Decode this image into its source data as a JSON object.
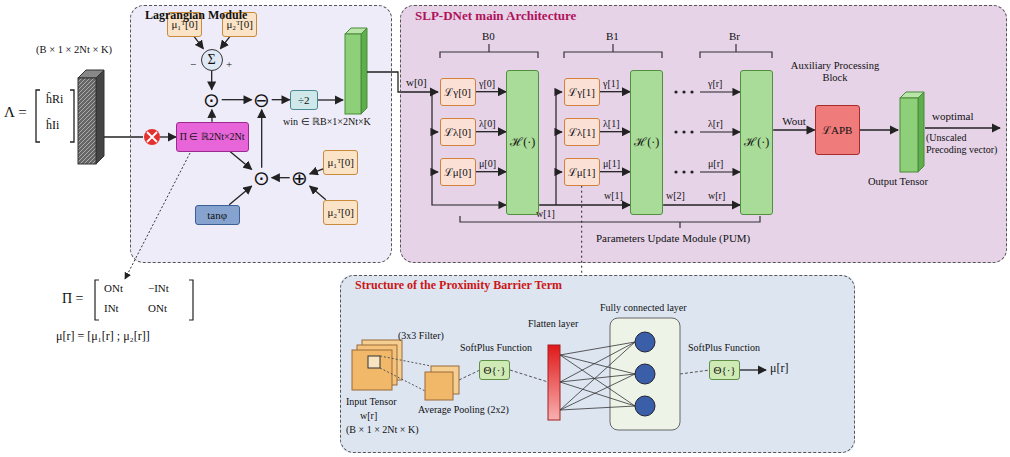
{
  "diagram": {
    "nodes": [
      {
        "text": [
          "Lagrangian Module"
        ]
      },
      {
        "text": [
          "μ₁ᵀ[0]"
        ],
        "in": 0
      },
      {
        "text": [
          "μ₂ᵀ[0]"
        ],
        "in": 0
      },
      {
        "text": [
          "Σ"
        ],
        "in": 0
      },
      {
        "text": [
          "⊙"
        ],
        "in": 0
      },
      {
        "text": [
          "⊖"
        ],
        "in": 0
      },
      {
        "text": [
          "÷2"
        ],
        "in": 0
      },
      {
        "text": [
          "Π ∈ ℝ2Nt×2Nt"
        ],
        "in": 0
      },
      {
        "text": [
          "⊙"
        ],
        "in": 0
      },
      {
        "text": [
          "⊕"
        ],
        "in": 0
      },
      {
        "text": [
          "tanφ"
        ],
        "in": 0
      },
      {
        "text": [
          "μ₁ᵀ[0]"
        ],
        "in": 0
      },
      {
        "text": [
          "μ₂ᵀ[0]"
        ],
        "in": 0
      },
      {
        "text": [
          "SLP-DNet main Architecture"
        ]
      },
      {
        "text": [
          "ℒγ[0]"
        ],
        "in": 13
      },
      {
        "text": [
          "ℒλ[0]"
        ],
        "in": 13
      },
      {
        "text": [
          "ℒμ[0]"
        ],
        "in": 13
      },
      {
        "text": [
          "ℋ(·)"
        ],
        "in": 13
      },
      {
        "text": [
          "ℒγ[1]"
        ],
        "in": 13
      },
      {
        "text": [
          "ℒλ[1]"
        ],
        "in": 13
      },
      {
        "text": [
          "ℒμ[1]"
        ],
        "in": 13
      },
      {
        "text": [
          "ℋ(·)"
        ],
        "in": 13
      },
      {
        "text": [
          "ℋ(·)"
        ],
        "in": 13
      },
      {
        "text": [
          "ℒAPB"
        ],
        "in": 13
      },
      {
        "text": [
          "Structure of the Proximity Barrier Term"
        ]
      },
      {
        "text": [
          "Θ{·}"
        ],
        "in": 24
      },
      {
        "text": [
          "Θ{·}"
        ],
        "in": 24
      }
    ],
    "edges": [
      {
        "from": 1,
        "to": 3,
        "arrow": "to"
      },
      {
        "from": 2,
        "to": 3,
        "arrow": "to"
      },
      {
        "from": 3,
        "to": 4,
        "arrow": "to"
      },
      {
        "from": 7,
        "to": 4,
        "arrow": "to"
      },
      {
        "from": 4,
        "to": 5,
        "arrow": "to"
      },
      {
        "from": 5,
        "to": 6,
        "arrow": "to"
      },
      {
        "from": 7,
        "to": 8,
        "arrow": "to"
      },
      {
        "from": 8,
        "to": 5,
        "arrow": "to"
      },
      {
        "from": 10,
        "to": 8,
        "arrow": "to"
      },
      {
        "from": 9,
        "to": 8,
        "arrow": "to"
      },
      {
        "from": 11,
        "to": 9,
        "arrow": "to"
      },
      {
        "from": 12,
        "to": 9,
        "arrow": "to"
      },
      {
        "from": 14,
        "to": 17,
        "arrow": "to"
      },
      {
        "from": 15,
        "to": 17,
        "arrow": "to"
      },
      {
        "from": 16,
        "to": 17,
        "arrow": "to"
      },
      {
        "from": 17,
        "to": 21,
        "arrow": "to"
      },
      {
        "from": 18,
        "to": 21,
        "arrow": "to"
      },
      {
        "from": 19,
        "to": 21,
        "arrow": "to"
      },
      {
        "from": 20,
        "to": 21,
        "arrow": "to"
      },
      {
        "from": 21,
        "to": 22,
        "arrow": "to"
      },
      {
        "from": 22,
        "to": 23,
        "label": "Wout",
        "arrow": "to"
      },
      {
        "from": 20,
        "to": 24,
        "arrow": "none"
      }
    ],
    "labels": [
      "(B × 1 × 2Nt × K)",
      "Λ =",
      "ĥRi",
      "ĥIi",
      "+",
      "−",
      "win ∈ ℝB×1×2Nt×K",
      "Π =",
      "ONt",
      "−INt",
      "INt",
      "ONt",
      "μ[r] = [μ₁[r] ; μ₂[r]]",
      "B0",
      "B1",
      "Br",
      "γ[0]",
      "λ[0]",
      "μ[0]",
      "w[0]",
      "w[1]",
      "γ[1]",
      "λ[1]",
      "μ[1]",
      "w[1]",
      "w[2]",
      "γ[r]",
      "λ[r]",
      "μ[r]",
      "w[r]",
      "Auxiliary Processing Block",
      "Output Tensor",
      "woptimal",
      "(Unscaled Precoding vector)",
      "Parameters Update Module (PUM)",
      "Input Tensor",
      "w[r]",
      "(B × 1 × 2Nt × K)",
      "(3x3 Filter)",
      "Average Pooling (2x2)",
      "SoftPlus Function",
      "Flatten layer",
      "Fully connected layer",
      "SoftPlus Function",
      "μ[r]"
    ]
  }
}
